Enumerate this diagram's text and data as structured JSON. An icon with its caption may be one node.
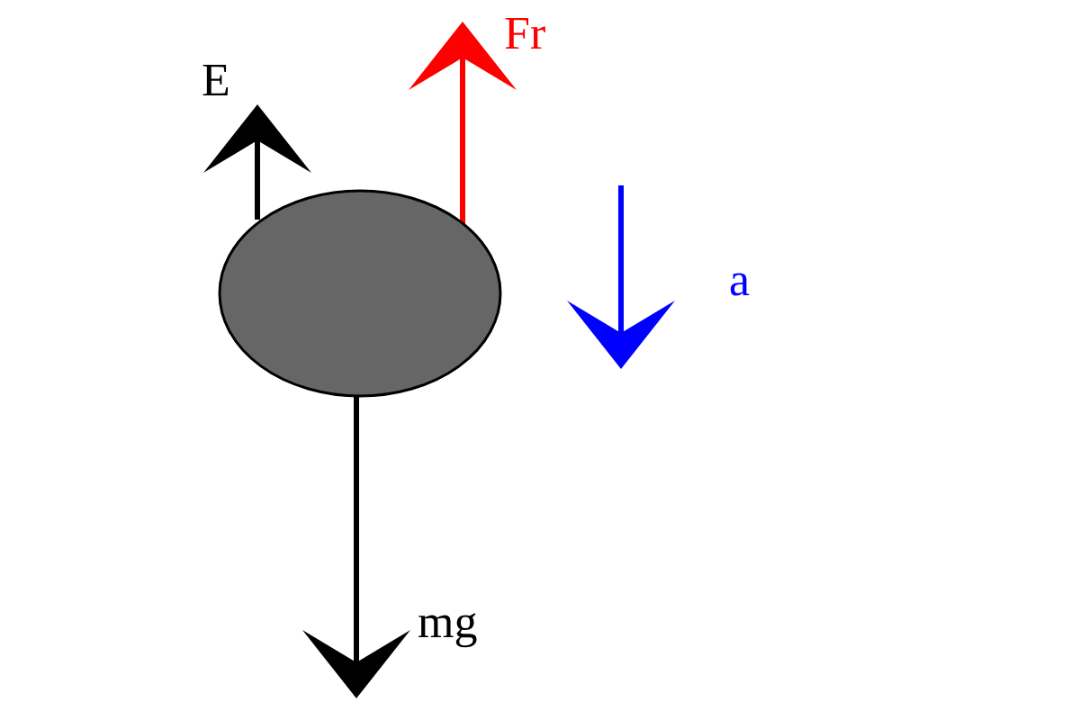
{
  "diagram": {
    "nodes": [
      {
        "text": [],
        "shape": "circle"
      }
    ],
    "labels": [
      "E",
      "Fr",
      "a",
      "mg"
    ]
  }
}
